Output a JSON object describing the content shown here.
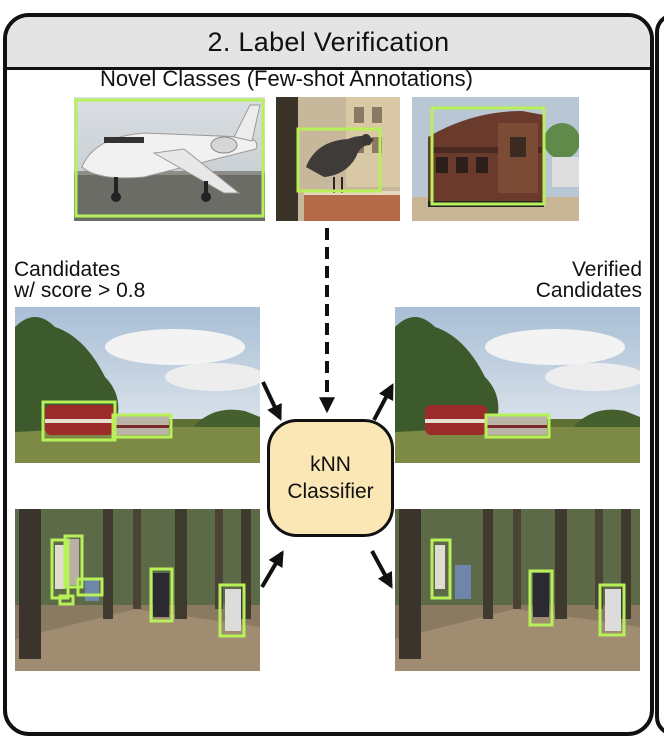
{
  "title": "2. Label Verification",
  "novel_classes_label": "Novel Classes (Few-shot Annotations)",
  "novel_class_examples": [
    {
      "name": "airplane-photo"
    },
    {
      "name": "bird-photo"
    },
    {
      "name": "train-car-photo"
    }
  ],
  "candidates_label": {
    "line1": "Candidates",
    "line2": "w/ score > 0.8"
  },
  "verified_label": {
    "line1": "Verified",
    "line2": "Candidates"
  },
  "classifier": {
    "line1": "kNN",
    "line2": "Classifier"
  },
  "colors": {
    "bbox": "#b8f05a",
    "classifier_fill": "#fbe7b5",
    "title_bar": "#e4e4e4",
    "border": "#111111"
  }
}
